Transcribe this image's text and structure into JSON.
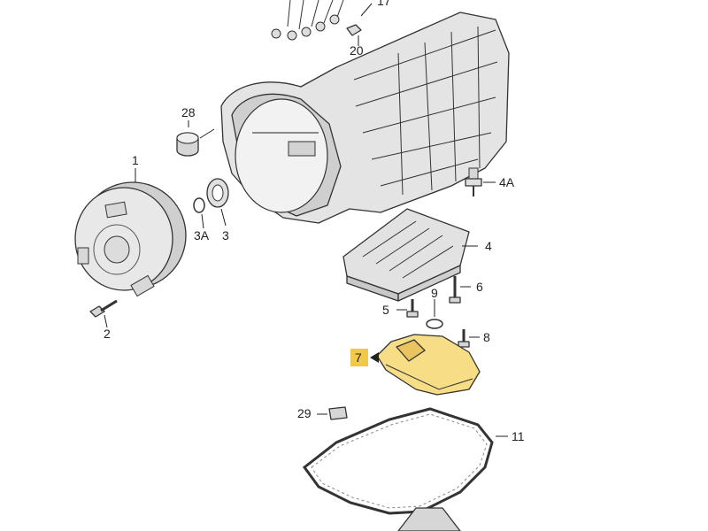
{
  "colors": {
    "part_fill": "#e2e2e2",
    "part_shade": "#b8b8b8",
    "highlight": "#f6dd86",
    "highlight_label": "#f2c84b",
    "line": "#333333"
  },
  "callouts": [
    {
      "id": "1",
      "text": "1"
    },
    {
      "id": "2",
      "text": "2"
    },
    {
      "id": "3",
      "text": "3"
    },
    {
      "id": "3A",
      "text": "3A"
    },
    {
      "id": "4",
      "text": "4"
    },
    {
      "id": "4A",
      "text": "4A"
    },
    {
      "id": "5",
      "text": "5"
    },
    {
      "id": "6",
      "text": "6"
    },
    {
      "id": "7",
      "text": "7",
      "highlighted": true
    },
    {
      "id": "8",
      "text": "8"
    },
    {
      "id": "9",
      "text": "9"
    },
    {
      "id": "11",
      "text": "11"
    },
    {
      "id": "17",
      "text": "17"
    },
    {
      "id": "20",
      "text": "20"
    },
    {
      "id": "28",
      "text": "28"
    },
    {
      "id": "29",
      "text": "29"
    }
  ]
}
